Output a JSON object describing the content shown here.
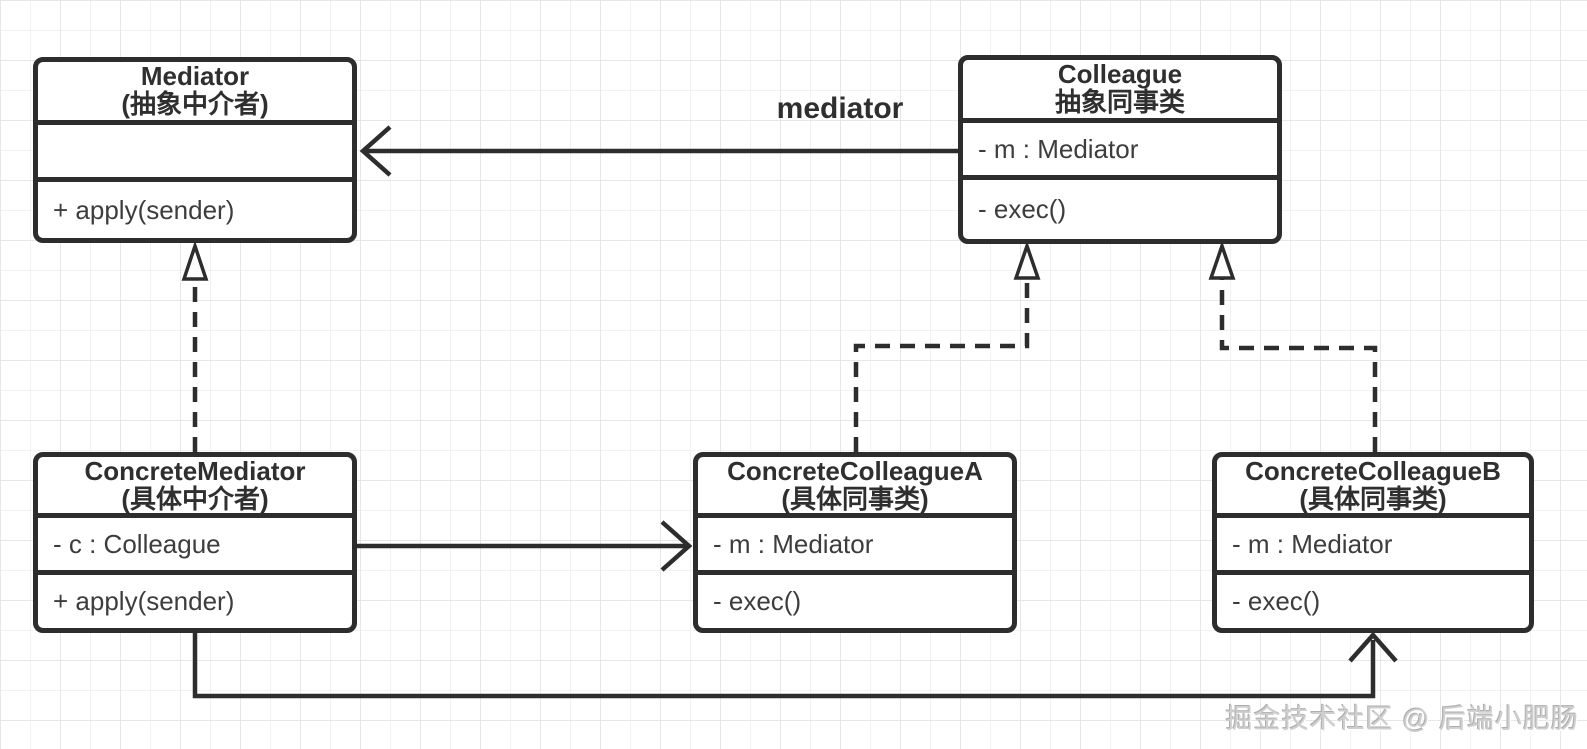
{
  "diagram": {
    "kind": "uml-class-diagram",
    "grid_color": "#e7e7e7",
    "stroke_color": "#2d2d2d",
    "text_color": "#333333",
    "background": "#ffffff"
  },
  "classes": {
    "mediator": {
      "title": "Mediator",
      "subtitle": "(抽象中介者)",
      "attribute": "",
      "method": "+ apply(sender)"
    },
    "colleague": {
      "title": "Colleague",
      "subtitle": "抽象同事类",
      "attribute": "- m : Mediator",
      "method": "- exec()"
    },
    "concreteMediator": {
      "title": "ConcreteMediator",
      "subtitle": "(具体中介者)",
      "attribute": "- c : Colleague",
      "method": "+ apply(sender)"
    },
    "concreteColleagueA": {
      "title": "ConcreteColleagueA",
      "subtitle": "(具体同事类)",
      "attribute": "- m : Mediator",
      "method": "- exec()"
    },
    "concreteColleagueB": {
      "title": "ConcreteColleagueB",
      "subtitle": "(具体同事类)",
      "attribute": "- m : Mediator",
      "method": "- exec()"
    }
  },
  "edge_labels": {
    "mediator_association": "mediator"
  },
  "relationships": [
    {
      "from": "Colleague",
      "to": "Mediator",
      "type": "association",
      "label": "mediator",
      "line": "solid",
      "arrowhead": "open-v"
    },
    {
      "from": "ConcreteMediator",
      "to": "Mediator",
      "type": "realization",
      "line": "dashed",
      "arrowhead": "hollow-triangle"
    },
    {
      "from": "ConcreteColleagueA",
      "to": "Colleague",
      "type": "realization",
      "line": "dashed",
      "arrowhead": "hollow-triangle"
    },
    {
      "from": "ConcreteColleagueB",
      "to": "Colleague",
      "type": "realization",
      "line": "dashed",
      "arrowhead": "hollow-triangle"
    },
    {
      "from": "ConcreteMediator",
      "to": "ConcreteColleagueA",
      "type": "association",
      "line": "solid",
      "arrowhead": "open-v"
    },
    {
      "from": "ConcreteMediator",
      "to": "ConcreteColleagueB",
      "type": "association",
      "line": "solid",
      "arrowhead": "open-v"
    }
  ],
  "watermark": {
    "text": "掘金技术社区 @ 后端小肥肠"
  }
}
